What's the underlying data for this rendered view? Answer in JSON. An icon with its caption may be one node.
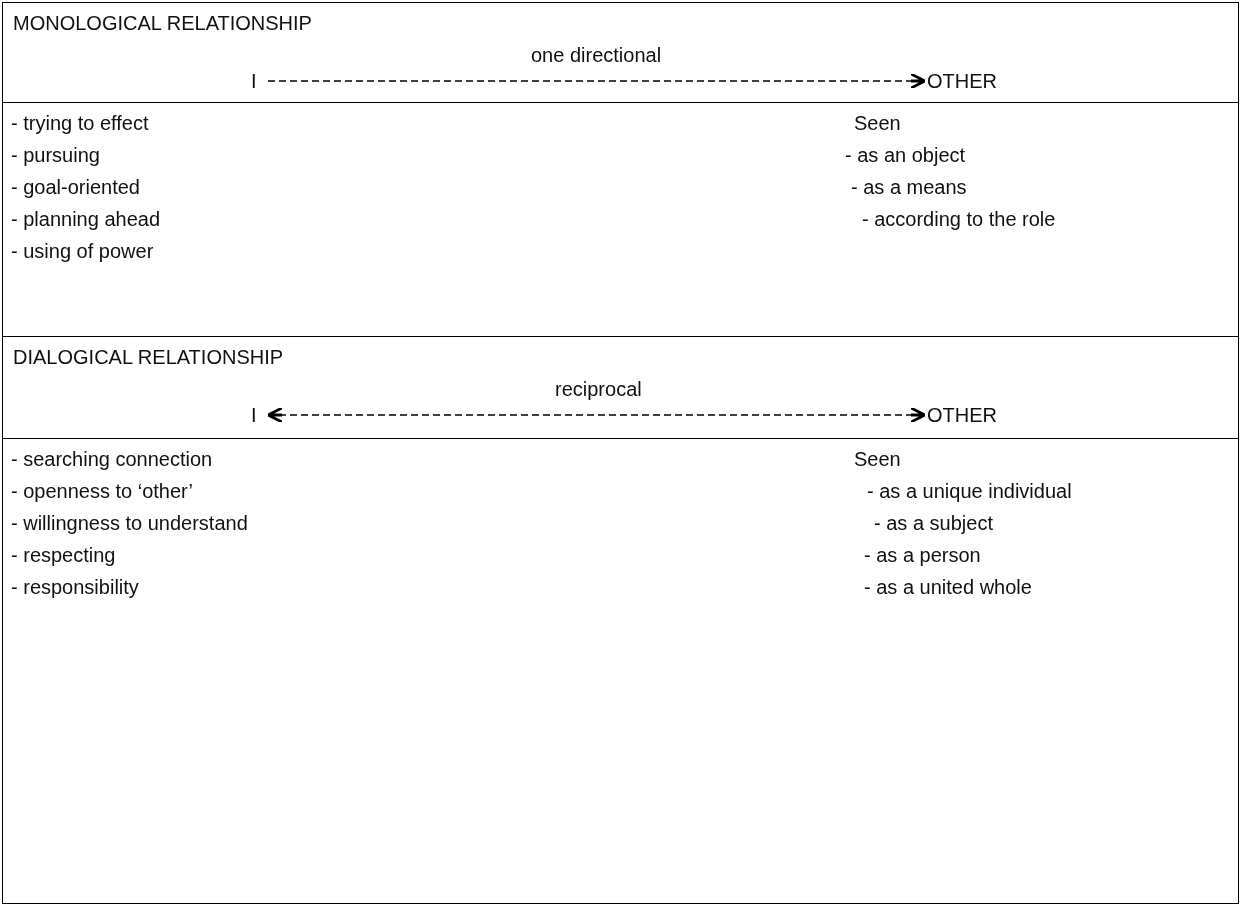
{
  "diagram": {
    "nodes": [
      {
        "text": [
          "MONOLOGICAL RELATIONSHIP",
          "one directional"
        ]
      },
      {
        "text": [
          "I"
        ],
        "in": 0
      },
      {
        "text": [
          "OTHER"
        ],
        "in": 0
      },
      {
        "text": [
          "- trying to effect",
          "- pursuing",
          "- goal-oriented",
          "- planning ahead",
          "- using of power",
          "Seen",
          "- as an object",
          "- as a means",
          "- according to the role"
        ]
      },
      {
        "text": [
          "DIALOGICAL RELATIONSHIP",
          "reciprocal"
        ]
      },
      {
        "text": [
          "I"
        ],
        "in": 4
      },
      {
        "text": [
          "OTHER"
        ],
        "in": 4
      },
      {
        "text": [
          "- searching connection",
          "- openness to ‘other’",
          "- willingness to understand",
          "- respecting",
          "- responsibility",
          "Seen",
          "- as a unique individual",
          "- as a subject",
          "- as a person",
          "- as a united whole"
        ]
      }
    ],
    "edges": [
      {
        "from": 1,
        "to": 2,
        "arrow": "to",
        "style": "dashed"
      },
      {
        "from": 5,
        "to": 6,
        "arrow": "both",
        "style": "dashed"
      }
    ]
  }
}
